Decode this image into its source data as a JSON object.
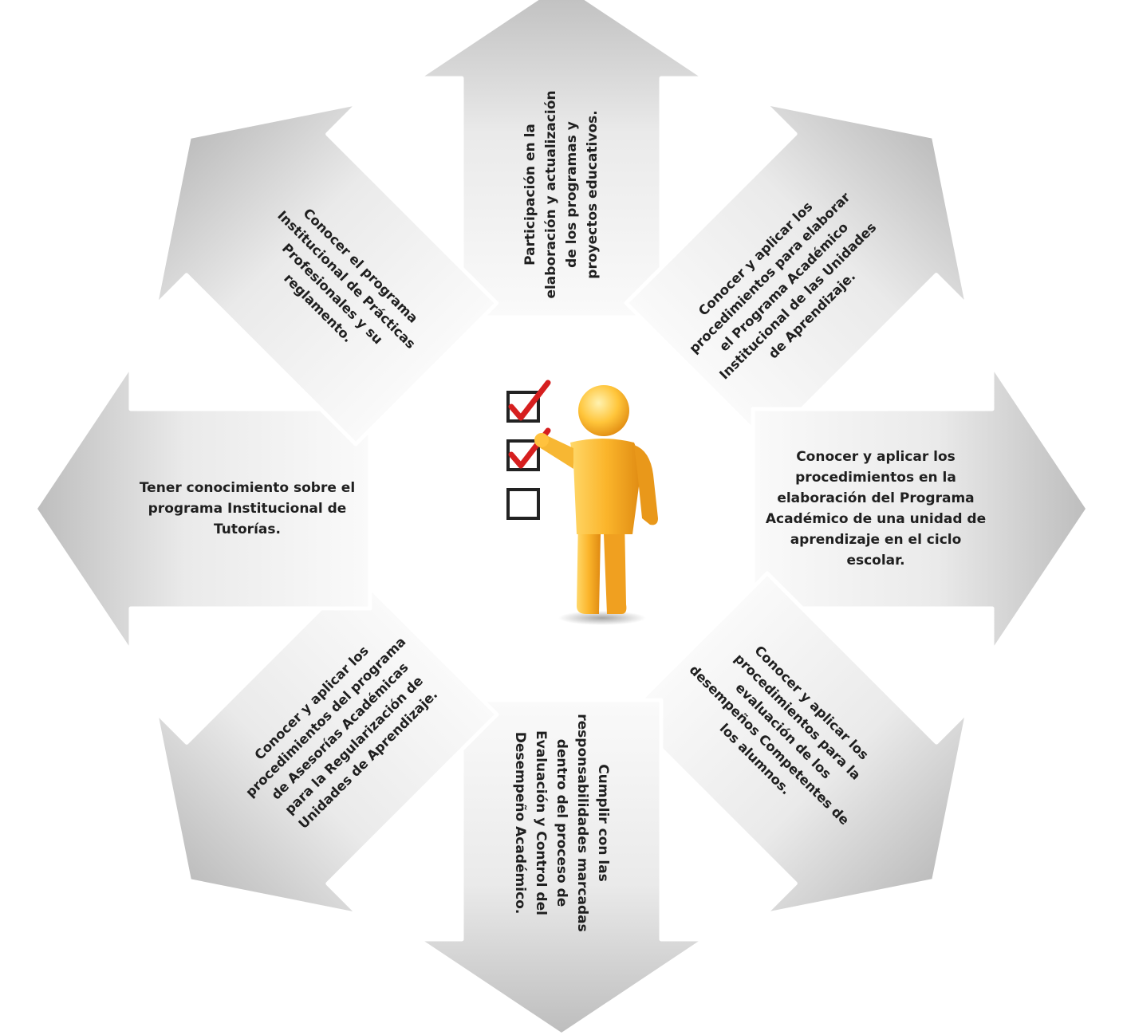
{
  "diagram": {
    "items": [
      {
        "label": "Participación en la elaboración y actualización de los programas y proyectos educativos."
      },
      {
        "label": "Conocer y aplicar los procedimientos para elaborar el Programa Académico Institucional de las Unidades de Aprendizaje."
      },
      {
        "label": "Conocer y aplicar los procedimientos en la elaboración del Programa Académico de una unidad de aprendizaje en el ciclo escolar."
      },
      {
        "label": "Conocer y aplicar los procedimientos para la evaluación de los desempeños Competentes de los alumnos."
      },
      {
        "label": "Cumplir con las responsabilidades marcadas dentro del proceso de Evaluación y Control del Desempeño Académico."
      },
      {
        "label": "Conocer y aplicar los procedimientos del programa de Asesorías Académicas para la Regularización de Unidades de Aprendizaje."
      },
      {
        "label": "Tener conocimiento sobre el programa Institucional de Tutorías."
      },
      {
        "label": "Conocer el programa Institucional de Prácticas Profesionales y su reglamento."
      }
    ],
    "center_icon": "person-checklist-icon",
    "checklist": {
      "checked": 2,
      "total": 3
    },
    "colors": {
      "panel_light": "#f7f7f7",
      "panel_dark": "#bdbdbd",
      "figure": "#f5a623",
      "check": "#d61f1f"
    }
  }
}
